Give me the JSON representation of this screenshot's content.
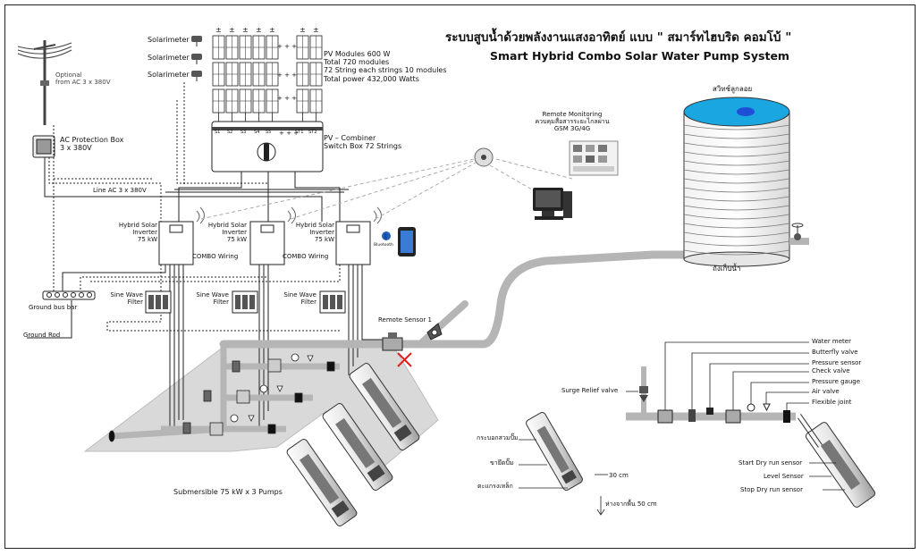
{
  "title": {
    "thai": "ระบบสูบน้ำด้วยพลังงานแสงอาทิตย์ แบบ \" สมาร์ทไฮบริด คอมโบ้ \"",
    "english": "Smart Hybrid Combo Solar Water Pump System"
  },
  "solarimeters": [
    "Solarimeter",
    "Solarimeter",
    "Solarimeter"
  ],
  "pv_info": {
    "line1": "PV Modules 600 W",
    "line2": "Total 720 modules",
    "line3": "72 String each strings 10 modules",
    "line4": "Total power 432,000 Watts"
  },
  "string_labels": [
    "S1",
    "S2",
    "S3",
    "S4",
    "S5",
    "ST1",
    "ST2"
  ],
  "ellipsis": "+ + +",
  "combiner": {
    "line1": "PV – Combiner",
    "line2": "Switch Box 72 Strings"
  },
  "grid": {
    "optional_line1": "Optional",
    "optional_line2": "from AC 3 x 380V",
    "protection_line1": "AC Protection Box",
    "protection_line2": "3 x 380V",
    "line_ac": "Line AC 3 x 380V"
  },
  "inverters": [
    {
      "line1": "Hybrid Solar",
      "line2": "Inverter",
      "line3": "75 kW"
    },
    {
      "line1": "Hybrid Solar",
      "line2": "Inverter",
      "line3": "75 kW"
    },
    {
      "line1": "Hybrid Solar",
      "line2": "Inverter",
      "line3": "75 kW"
    }
  ],
  "combo_wiring": [
    "COMBO Wiring",
    "COMBO Wiring"
  ],
  "bluetooth": "Bluetooth",
  "filters": [
    {
      "line1": "Sine Wave",
      "line2": "Filter"
    },
    {
      "line1": "Sine Wave",
      "line2": "Filter"
    },
    {
      "line1": "Sine Wave",
      "line2": "Filter"
    }
  ],
  "ground": {
    "bus_bar": "Ground bus bar",
    "rod": "Ground Rod"
  },
  "monitoring": {
    "line1": "Remote Monitoring",
    "line2": "ควบคุมสื่อสารระยะไกลผ่าน",
    "line3": "GSM  3G/4G"
  },
  "tank": {
    "float_switch": "สวิทช์ลูกลอย",
    "name": "ถังเก็บน้ำ"
  },
  "remote_sensor": "Remote Sensor 1",
  "pumps_label": "Submersible 75 kW x 3 Pumps",
  "detail_pipe": {
    "water_meter": "Water meter",
    "butterfly_valve": "Butterfly valve",
    "pressure_sensor": "Pressure sensor",
    "check_valve": "Check valve",
    "pressure_gauge": "Pressure gauge",
    "air_valve": "Air valve",
    "flexible_joint": "Flexible joint",
    "surge_relief": "Surge Relief valve"
  },
  "sleeve_detail": {
    "sleeve": "กระบอกสวมปั๊ม",
    "bracket": "ขายึดปั๊ม",
    "grille": "ตะแกรงเหล็ก",
    "dim_30": "30 cm",
    "dim_50": "ห่างจากพื้น 50 cm"
  },
  "sensors_detail": {
    "start_dry": "Start Dry run sensor",
    "level": "Level Sensor",
    "stop_dry": "Stop Dry run sensor"
  },
  "colors": {
    "pipe": "#b5b5b5",
    "pipe_dark": "#8c8c8c",
    "tank_water": "#1aa6e0",
    "tank_float": "#1f4fd6",
    "ground_area": "#d9d9d9",
    "error_x": "#e02020",
    "line": "#222222"
  }
}
